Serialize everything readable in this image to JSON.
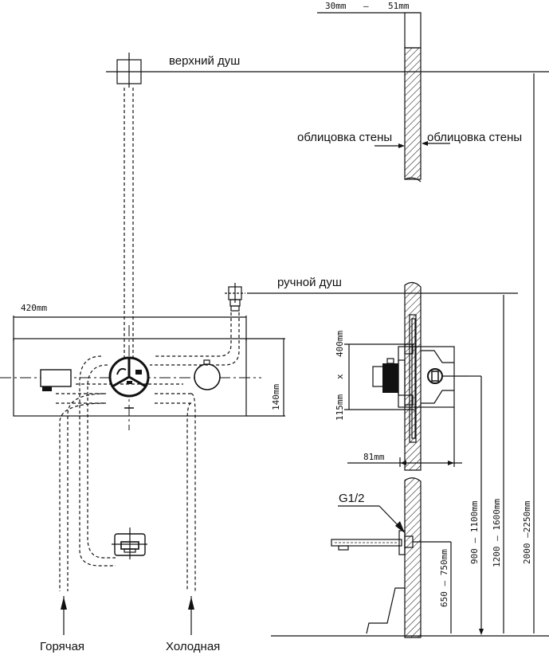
{
  "diagram": {
    "type": "installation-drawing",
    "subject": "concealed thermostatic shower mixer installation",
    "labels": {
      "overhead_shower": "верхний душ",
      "hand_shower": "ручной душ",
      "wall_cladding_left": "облицовка стены",
      "wall_cladding_right": "облицовка стены",
      "hot_water": "Горячая",
      "cold_water": "Холодная",
      "thread": "G1/2"
    },
    "dimensions": {
      "wall_thickness_min": "30mm",
      "wall_thickness_sep": "—",
      "wall_thickness_max": "51mm",
      "panel_width": "420mm",
      "panel_height": "140mm",
      "mount_upper": "400mm",
      "mount_x": "x",
      "mount_lower": "115mm",
      "depth": "81mm",
      "spout_height": "650 — 750mm",
      "mixer_height": "900 — 1100mm",
      "hand_shower_height": "1200 — 1600mm",
      "overhead_height": "2000 —2250mm"
    },
    "colors": {
      "line": "#111111",
      "background": "#ffffff"
    }
  }
}
